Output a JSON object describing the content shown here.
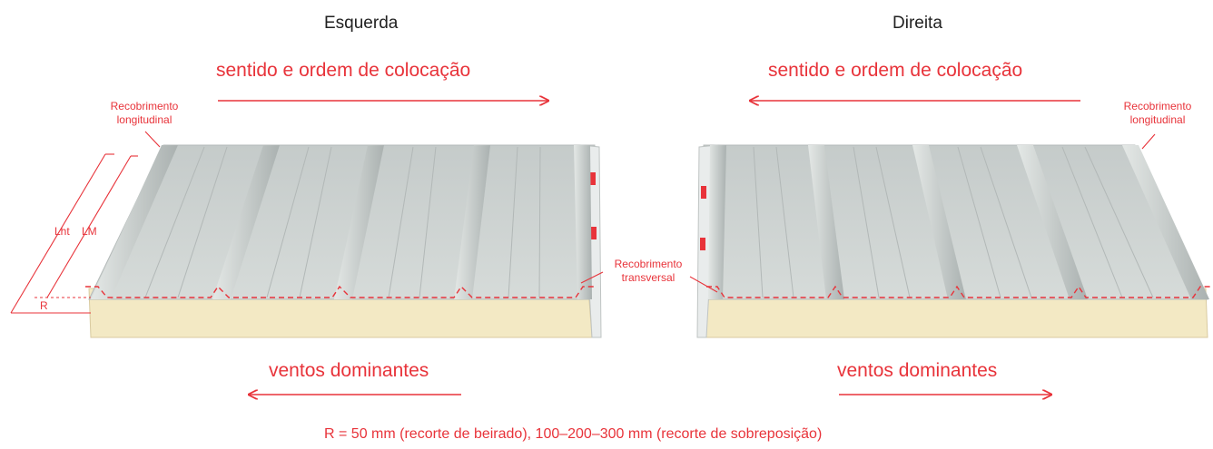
{
  "left": {
    "title": "Esquerda",
    "placement_label": "sentido e ordem de colocação",
    "wind_label": "ventos dominantes",
    "longitudinal_overlap": [
      "Recobrimento",
      "longitudinal"
    ],
    "transverse_overlap": [
      "Recobrimento",
      "transversal"
    ],
    "dim_lht": "Lht",
    "dim_lm": "LM",
    "dim_r": "R"
  },
  "right": {
    "title": "Direita",
    "placement_label": "sentido e ordem de colocação",
    "wind_label": "ventos dominantes",
    "longitudinal_overlap": [
      "Recobrimento",
      "longitudinal"
    ]
  },
  "footnote": "R = 50 mm (recorte de beirado), 100–200–300 mm (recorte de sobreposição)",
  "colors": {
    "accent": "#e8333a",
    "panel_steel": "#c9cecd",
    "panel_core": "#f3e9c4"
  },
  "icons": {
    "arrow_right": "arrow-right-icon",
    "arrow_left": "arrow-left-icon"
  }
}
